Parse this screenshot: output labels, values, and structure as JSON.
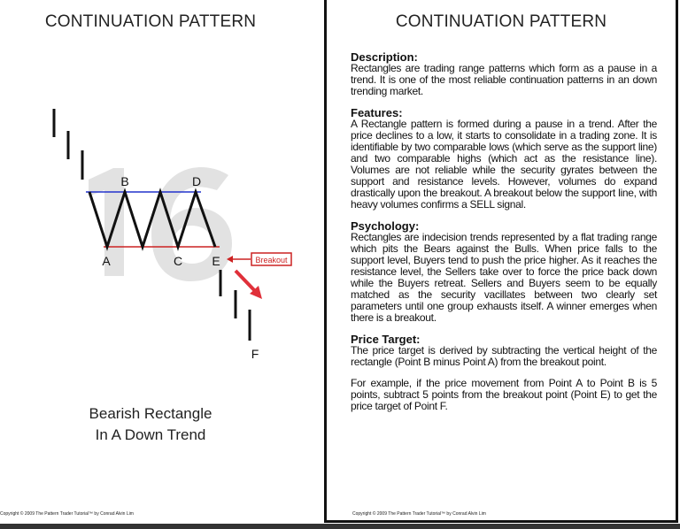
{
  "left_page": {
    "title": "CONTINUATION PATTERN",
    "diagram": {
      "labels": {
        "a": "A",
        "b": "B",
        "c": "C",
        "d": "D",
        "e": "E",
        "f": "F"
      },
      "breakout_label": "Breakout",
      "watermark": "16",
      "colors": {
        "resistance": "#2233cc",
        "support": "#cc2222",
        "breakout": "#cc2222"
      }
    },
    "caption_line1": "Bearish Rectangle",
    "caption_line2": "In A Down Trend",
    "copyright": "Copyright © 2009 The Pattern Trader Tutorial™ by Conrad Alvin Lim"
  },
  "right_page": {
    "title": "CONTINUATION PATTERN",
    "sections": [
      {
        "heading": "Description:",
        "paragraphs": [
          "Rectangles are  trading range patterns  which form as a pause in a trend. It is one of the most reliable continuation patterns in an down trending market."
        ]
      },
      {
        "heading": "Features:",
        "paragraphs": [
          "A Rectangle pattern is formed during a pause in a trend.  After the price declines to a low,  it starts  to consolidate in a trading zone.  It is identifiable by two comparable lows (which serve as the support line)  and two  comparable highs  (which act as the resistance line).  Volumes are  not reliable  while the security gyrates between the  support and  resistance levels.  However, volumes do expand drastically  upon the breakout.  A breakout below the support line, with heavy volumes confirms a SELL signal."
        ]
      },
      {
        "heading": "Psychology:",
        "paragraphs": [
          "Rectangles are indecision trends  represented by a flat trading range which pits the Bears against the Bulls.  When price falls to the support level, Buyers tend to push the price higher. As it reaches the resistance level,  the Sellers take over to force the price back down  while the Buyers retreat.  Sellers and Buyers seem to be equally matched as the security vacillates between two clearly set parameters  until one group  exhausts itself.  A winner emerges when there is a breakout."
        ]
      },
      {
        "heading": "Price Target:",
        "paragraphs": [
          "The price target is derived  by subtracting the vertical height of the rectangle (Point B minus Point A) from the breakout point.",
          "For example,  if the price movement from  Point A to Point B is 5 points, subtract 5 points from the breakout point (Point E) to get the price target of Point F."
        ]
      }
    ],
    "copyright": "Copyright © 2009 The Pattern Trader Tutorial™ by Conrad Alvin Lim"
  }
}
